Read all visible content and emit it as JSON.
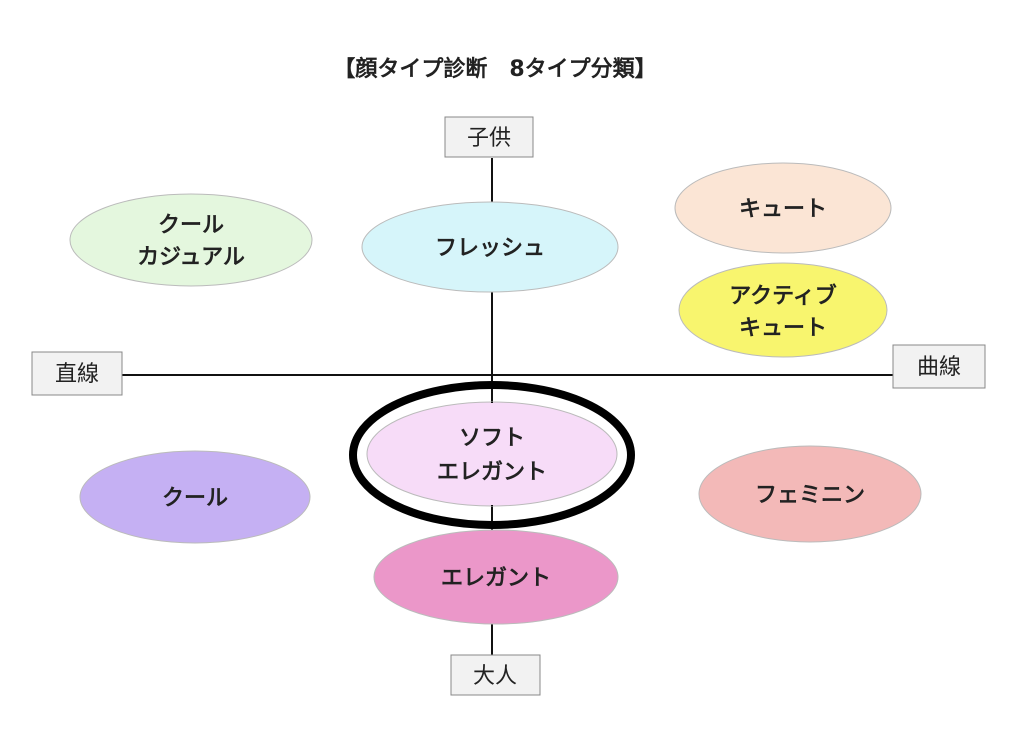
{
  "title": "【顔タイプ診断　8タイプ分類】",
  "axes": {
    "top": "子供",
    "bottom": "大人",
    "left": "直線",
    "right": "曲線"
  },
  "types": {
    "cool_casual": {
      "lines": [
        "クール",
        "カジュアル"
      ],
      "color": "#e4f7de"
    },
    "fresh": {
      "lines": [
        "フレッシュ"
      ],
      "color": "#d6f5fa"
    },
    "cute": {
      "lines": [
        "キュート"
      ],
      "color": "#fbe5d5"
    },
    "active_cute": {
      "lines": [
        "アクティブ",
        "キュート"
      ],
      "color": "#f8f56e"
    },
    "soft_elegant": {
      "lines": [
        "ソフト",
        "エレガント"
      ],
      "color": "#f7dcf8",
      "highlighted": true
    },
    "cool": {
      "lines": [
        "クール"
      ],
      "color": "#c5b0f3"
    },
    "feminine": {
      "lines": [
        "フェミニン"
      ],
      "color": "#f3b9b8"
    },
    "elegant": {
      "lines": [
        "エレガント"
      ],
      "color": "#eb97c9"
    }
  }
}
